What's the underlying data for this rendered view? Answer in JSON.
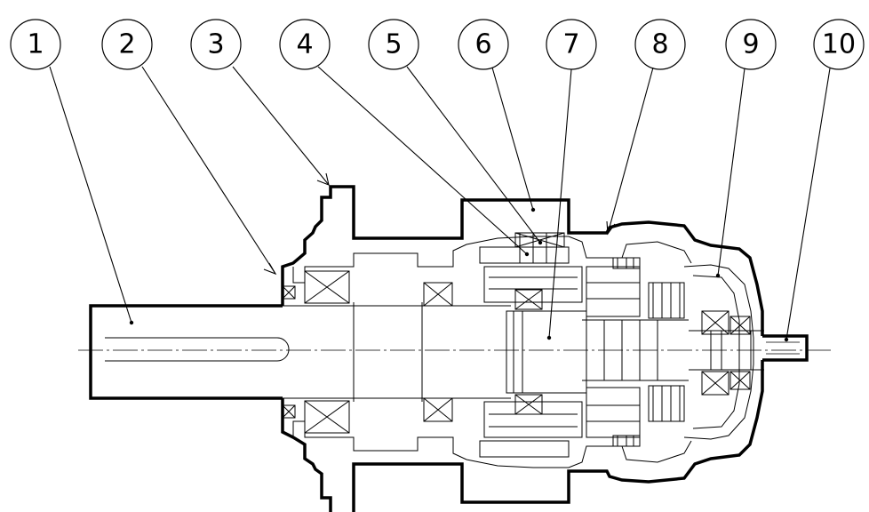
{
  "balloons": [
    {
      "label": "1"
    },
    {
      "label": "2"
    },
    {
      "label": "3"
    },
    {
      "label": "4"
    },
    {
      "label": "5"
    },
    {
      "label": "6"
    },
    {
      "label": "7"
    },
    {
      "label": "8"
    },
    {
      "label": "9"
    },
    {
      "label": "10"
    }
  ]
}
